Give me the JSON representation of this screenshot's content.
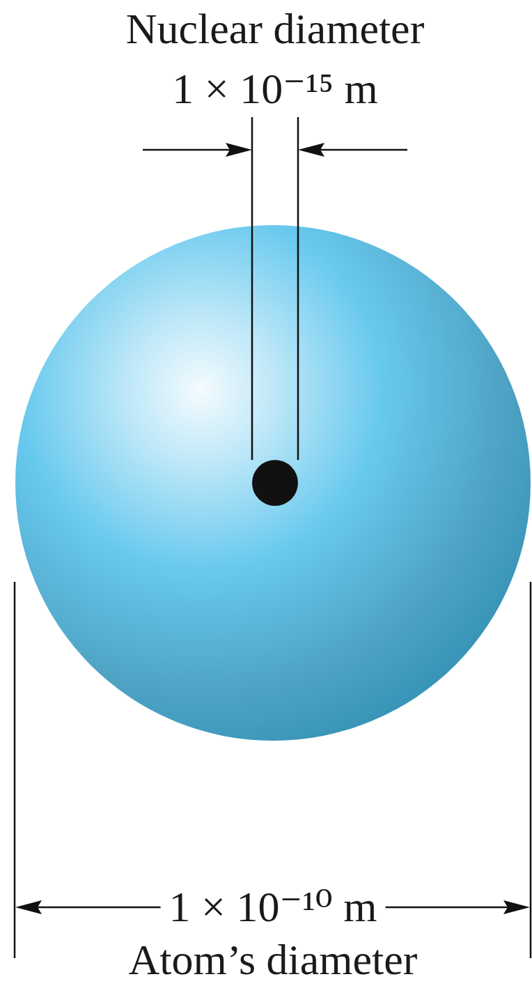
{
  "diagram": {
    "labels": [
      "Nuclear diameter",
      "1 × 10⁻¹⁵ m",
      "1 × 10⁻¹⁰ m",
      "Atom’s diameter"
    ]
  }
}
